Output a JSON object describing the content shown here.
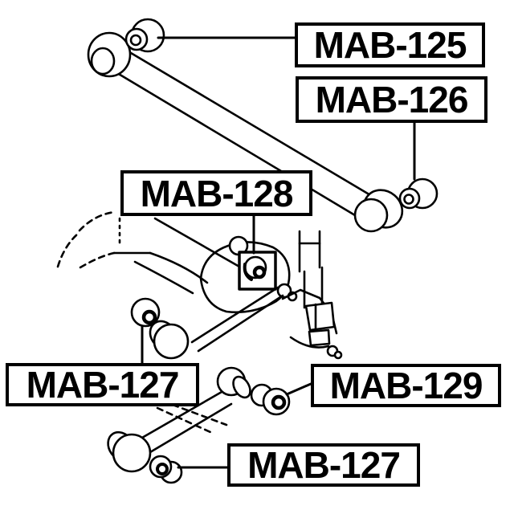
{
  "figure": {
    "type": "auto-parts-suspension-diagram",
    "background_color": "#ffffff",
    "line_color": "#000000"
  },
  "labels": {
    "mab125": {
      "text": "MAB-125"
    },
    "mab126": {
      "text": "MAB-126"
    },
    "mab128": {
      "text": "MAB-128"
    },
    "mab127_left": {
      "text": "MAB-127"
    },
    "mab129": {
      "text": "MAB-129"
    },
    "mab127_bottom": {
      "text": "MAB-127"
    }
  },
  "parts": [
    "top-lateral-rod-with-bushings",
    "arm-bushing-mab-125",
    "arm-bushing-mab-126",
    "rear-axle-assembly-with-shock-absorber",
    "highlighted-arm-bushing-mab-128",
    "arm-bushing-mab-127-front",
    "lower-control-rod",
    "arm-bushing-mab-129",
    "arm-bushing-mab-127-rear"
  ]
}
